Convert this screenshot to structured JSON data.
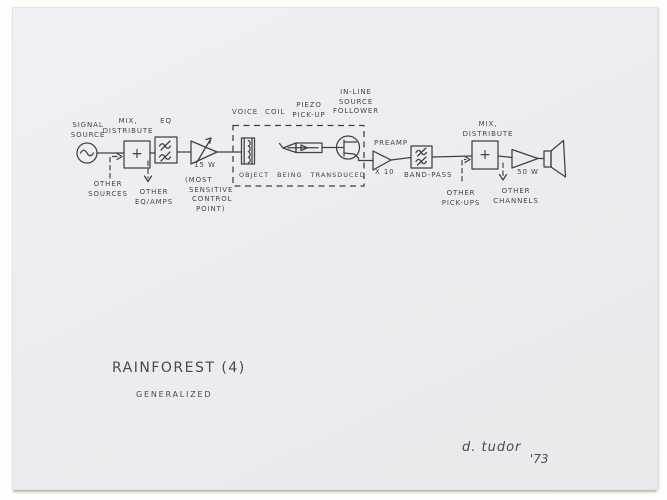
{
  "artwork": {
    "title": "RAINFOREST (4)",
    "subtitle": "GENERALIZED",
    "signature": "d. tudor",
    "year": "'73"
  },
  "diagram": {
    "labels": {
      "signal_source": [
        "SIGNAL",
        "SOURCE"
      ],
      "mix_distribute_left": [
        "MIX,",
        "DISTRIBUTE"
      ],
      "eq": "EQ",
      "other_sources": [
        "OTHER",
        "SOURCES"
      ],
      "other_eq_amps": [
        "OTHER",
        "EQ/AMPS"
      ],
      "amp_left_watts": "15 W",
      "most_sensitive": [
        "(MOST",
        "SENSITIVE",
        "CONTROL",
        "POINT)"
      ],
      "voice_coil": "VOICE COIL",
      "piezo_pickup": [
        "PIEZO",
        "PICK-UP"
      ],
      "in_line_source_follower": [
        "IN-LINE",
        "SOURCE",
        "FOLLOWER"
      ],
      "object_being_transduced": "OBJECT BEING TRANSDUCED",
      "preamp": "PREAMP",
      "preamp_gain": "X 10",
      "band_pass": "BAND-PASS",
      "mix_distribute_right": [
        "MIX,",
        "DISTRIBUTE"
      ],
      "other_pickups": [
        "OTHER",
        "PICK-UPS"
      ],
      "other_channels": [
        "OTHER",
        "CHANNELS"
      ],
      "amp_right_watts": "50 W",
      "mixer_plus_left": "+",
      "mixer_plus_right": "+"
    }
  },
  "colors": {
    "paper": "#edecf0",
    "background": "#fdfdfc",
    "ink": "#403f44"
  }
}
